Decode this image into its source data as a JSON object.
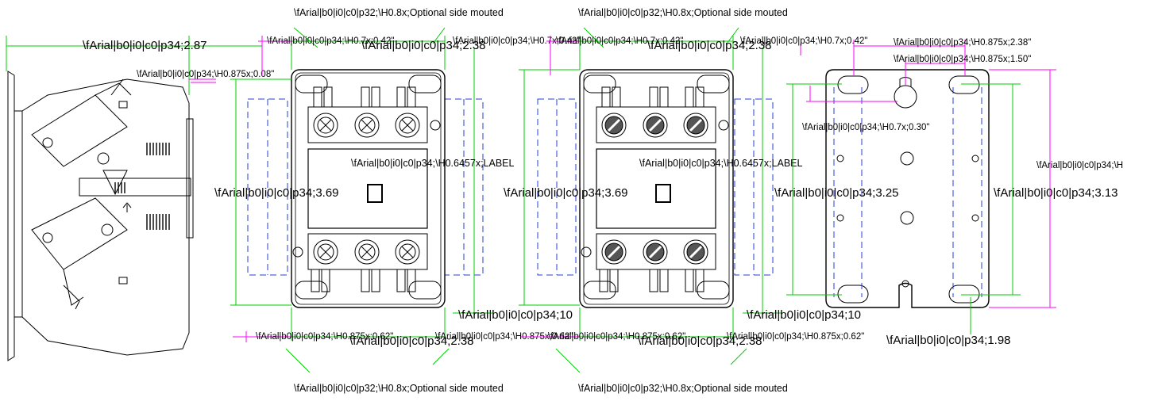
{
  "colors": {
    "linework": "#000000",
    "dimension_green": "#00cc00",
    "dimension_magenta": "#ff00ff",
    "phantom_blue": "#2a3fd6",
    "background": "#ffffff"
  },
  "top_notes": [
    "\\fArial|b0|i0|c0|p32;\\H0.8x;Optional side mouted",
    "\\fArial|b0|i0|c0|p32;\\H0.8x;Optional side mouted"
  ],
  "bottom_notes": [
    "\\fArial|b0|i0|c0|p32;\\H0.8x;Optional side mouted",
    "\\fArial|b0|i0|c0|p32;\\H0.8x;Optional side mouted"
  ],
  "side_view": {
    "width_dim": "\\fArial|b0|i0|c0|p34;2.87",
    "offset_dim": "\\fArial|b0|i0|c0|p34;\\H0.875x;0.08\""
  },
  "contactor_a": {
    "top_small_dims": [
      "\\fArial|b0|i0|c0|p34;\\H0.7x;0.42\"",
      "\\fArial|b0|i0|c0|p34;\\H0.7x;0.42\""
    ],
    "width_dim": "\\fArial|b0|i0|c0|p34;2.38",
    "height_dim": "\\fArial|b0|i0|c0|p34;3.69",
    "label_text": "\\fArial|b0|i0|c0|p34;\\H0.6457x;LABEL",
    "bottom_dim": "\\fArial|b0|i0|c0|p34;10",
    "bottom_small_dims": [
      "\\fArial|b0|i0|c0|p34;\\H0.875x;0.62\"",
      "\\fArial|b0|i0|c0|p34;\\H0.875x;0.62\""
    ],
    "bottom_width_dim": "\\fArial|b0|i0|c0|p34;2.38"
  },
  "contactor_b": {
    "top_small_dims": [
      "\\fArial|b0|i0|c0|p34;\\H0.7x;0.42\"",
      "\\fArial|b0|i0|c0|p34;\\H0.7x;0.42\""
    ],
    "width_dim": "\\fArial|b0|i0|c0|p34;2.38",
    "height_dim": "\\fArial|b0|i0|c0|p34;3.69",
    "label_text": "\\fArial|b0|i0|c0|p34;\\H0.6457x;LABEL",
    "bottom_dim": "\\fArial|b0|i0|c0|p34;10",
    "bottom_small_dims": [
      "\\fArial|b0|i0|c0|p34;\\H0.875x;0.62\"",
      "\\fArial|b0|i0|c0|p34;\\H0.875x;0.62\""
    ],
    "bottom_width_dim": "\\fArial|b0|i0|c0|p34;2.38"
  },
  "mounting_plate": {
    "top_dim_outer": "\\fArial|b0|i0|c0|p34;\\H0.875x;2.38\"",
    "top_dim_inner": "\\fArial|b0|i0|c0|p34;\\H0.875x;1.50\"",
    "keyhole_dim": "\\fArial|b0|i0|c0|p34;\\H0.7x;0.30\"",
    "height_dim_left": "\\fArial|b0|i0|c0|p34;3.25",
    "height_dim_right": "\\fArial|b0|i0|c0|p34;3.13",
    "height_dim_far": "\\fArial|b0|i0|c0|p34;\\H",
    "bottom_dim": "\\fArial|b0|i0|c0|p34;1.98"
  }
}
